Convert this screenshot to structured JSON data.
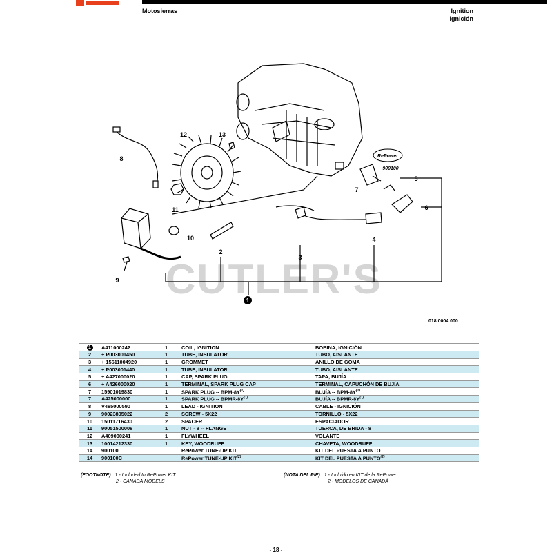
{
  "header": {
    "section_left": "Motosierras",
    "title_en": "Ignition",
    "title_es": "Ignición"
  },
  "colors": {
    "brand": "#e8401c",
    "row_highlight": "#cdeaf3"
  },
  "diagram": {
    "watermark": "CUTLER'S",
    "figure_code": "018 0004 000",
    "repower_label": "RePower",
    "repower_number": "900100",
    "callouts": [
      "1",
      "2",
      "3",
      "4",
      "5",
      "6",
      "7",
      "8",
      "9",
      "10",
      "11",
      "12",
      "13"
    ]
  },
  "parts": [
    {
      "idx": "1",
      "pn": "A411000242",
      "qty": "1",
      "en": "COIL, IGNITION",
      "es": "BOBINA, IGNICIÓN",
      "circled": true
    },
    {
      "idx": "2",
      "pn": "+ P003001450",
      "qty": "1",
      "en": "TUBE, INSULATOR",
      "es": "TUBO, AISLANTE"
    },
    {
      "idx": "3",
      "pn": "+ 15611004920",
      "qty": "1",
      "en": "GROMMET",
      "es": "ANILLO DE GOMA"
    },
    {
      "idx": "4",
      "pn": "+ P003001440",
      "qty": "1",
      "en": "TUBE, INSULATOR",
      "es": "TUBO, AISLANTE"
    },
    {
      "idx": "5",
      "pn": "+ A427000020",
      "qty": "1",
      "en": "CAP, SPARK PLUG",
      "es": "TAPA, BUJÍA"
    },
    {
      "idx": "6",
      "pn": "+ A426000020",
      "qty": "1",
      "en": "TERMINAL, SPARK PLUG CAP",
      "es": "TERMINAL, CAPUCHÓN DE BUJÍA"
    },
    {
      "idx": "7",
      "pn": "15901019830",
      "qty": "1",
      "en": "SPARK PLUG -- BPM-8Y",
      "en_sup": "(1)",
      "es": "BUJÍA -- BPM-8Y",
      "es_sup": "(1)"
    },
    {
      "idx": "7",
      "pn": "A425000000",
      "qty": "1",
      "en": "SPARK PLUG -- BPMR-8Y",
      "en_sup": "(1)",
      "es": "BUJÍA -- BPMR-8Y",
      "es_sup": "(1)"
    },
    {
      "idx": "8",
      "pn": "V485000590",
      "qty": "1",
      "en": "LEAD - IGNITION",
      "es": "CABLE - IGNICIÓN"
    },
    {
      "idx": "9",
      "pn": "90023805022",
      "qty": "2",
      "en": "SCREW - 5X22",
      "es": "TORNILLO - 5X22"
    },
    {
      "idx": "10",
      "pn": "15011716430",
      "qty": "2",
      "en": "SPACER",
      "es": "ESPACIADOR"
    },
    {
      "idx": "11",
      "pn": "90051500008",
      "qty": "1",
      "en": "NUT - 8 -- FLANGE",
      "es": "TUERCA, DE BRIDA - 8"
    },
    {
      "idx": "12",
      "pn": "A409000241",
      "qty": "1",
      "en": "FLYWHEEL",
      "es": "VOLANTE"
    },
    {
      "idx": "13",
      "pn": "10014212330",
      "qty": "1",
      "en": "KEY, WOODRUFF",
      "es": "CHAVETA, WOODRUFF"
    },
    {
      "idx": "14",
      "pn": "900100",
      "qty": "",
      "en": "RePower TUNE-UP KIT",
      "es": "KIT DEL PUESTA A PUNTO"
    },
    {
      "idx": "14",
      "pn": "900100C",
      "qty": "",
      "en": "RePower TUNE-UP KIT",
      "en_sup": "(2)",
      "es": "KIT DEL PUESTA A PUNTO",
      "es_sup": "(2)"
    }
  ],
  "footnotes": {
    "en_label": "(FOOTNOTE)",
    "en_1": "1 - Included In RePower KIT",
    "en_2": "2 - CANADA MODELS",
    "es_label": "(NOTA DEL PIE)",
    "es_1": "1 - Incluido en KIT de la RePower",
    "es_2": "2 - MODELOS DE CANADÁ"
  },
  "page_number": "- 18 -"
}
